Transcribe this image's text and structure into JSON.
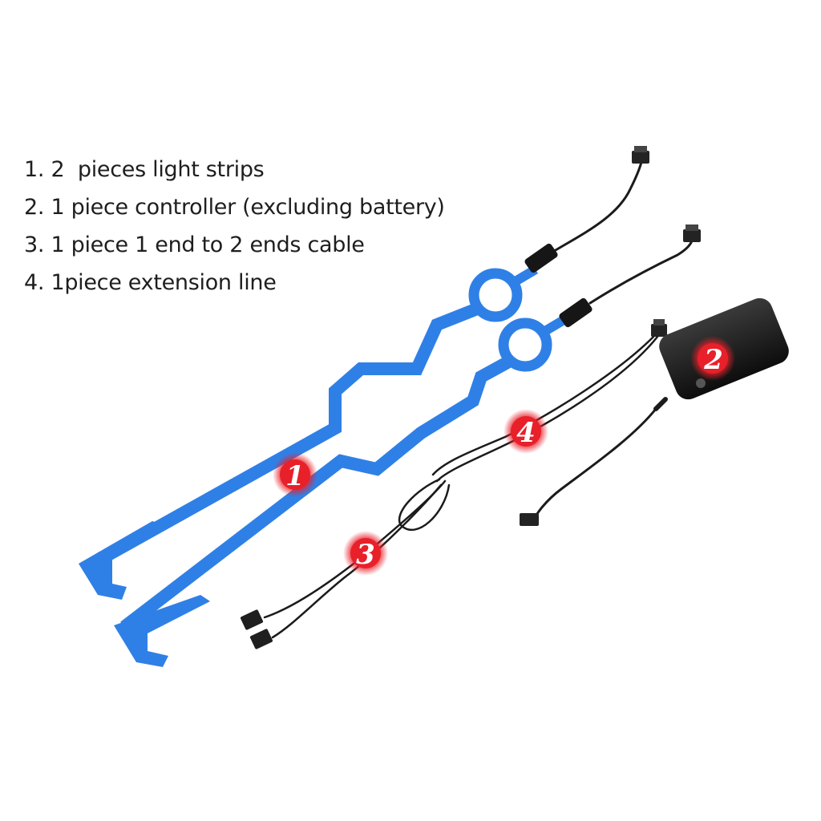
{
  "items": [
    "1. 2  pieces light strips",
    "2. 1 piece controller (excluding battery)",
    "3. 1 piece 1 end to 2 ends cable",
    "4. 1piece extension line"
  ],
  "badges": [
    "1",
    "2",
    "3",
    "4"
  ],
  "colors": {
    "strip_blue": "#2f80e6",
    "badge_red": "#e8202a",
    "cable_black": "#1b1b1b",
    "controller_black": "#1a1a1a"
  }
}
